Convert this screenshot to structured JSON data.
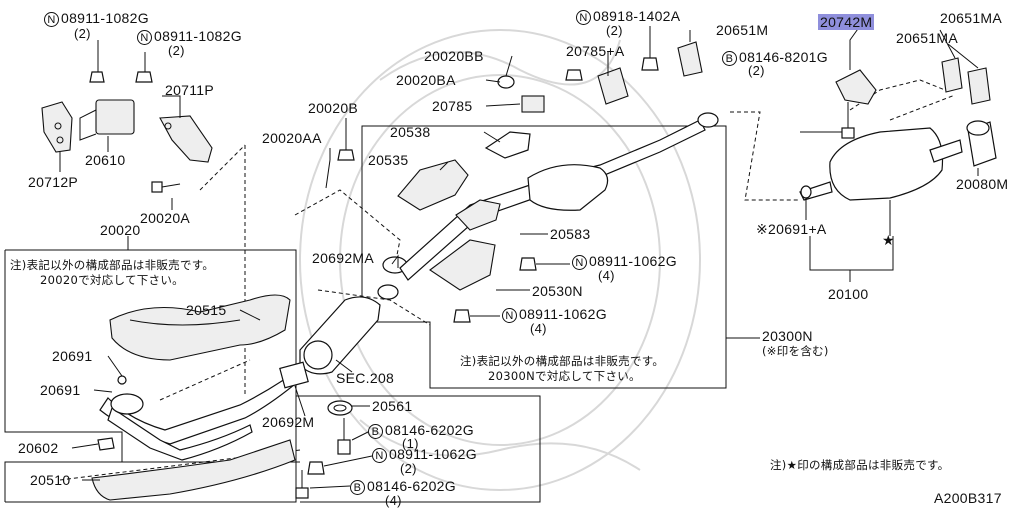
{
  "diagram_id": "A200B317",
  "parts": {
    "p08911_1082G_a": {
      "marker": "N",
      "code": "08911-1082G",
      "qty": "(2)"
    },
    "p08911_1082G_b": {
      "marker": "N",
      "code": "08911-1082G",
      "qty": "(2)"
    },
    "p20711P": "20711P",
    "p20610": "20610",
    "p20712P": "20712P",
    "p20020A": "20020A",
    "p20020B": "20020B",
    "p20020AA": "20020AA",
    "p20020": "20020",
    "p20515": "20515",
    "p20691_a": "20691",
    "p20691_b": "20691",
    "p20602": "20602",
    "p20510": "20510",
    "p20692M": "20692M",
    "p20692MA": "20692MA",
    "pSEC208": "SEC.208",
    "p20561": "20561",
    "p08146_6202G_a": {
      "marker": "B",
      "code": "08146-6202G",
      "qty": "(1)"
    },
    "p08911_1062G_c": {
      "marker": "N",
      "code": "08911-1062G",
      "qty": "(2)"
    },
    "p08146_6202G_b": {
      "marker": "B",
      "code": "08146-6202G",
      "qty": "(4)"
    },
    "p20538": "20538",
    "p20535": "20535",
    "p20583": "20583",
    "p08911_1062G_a": {
      "marker": "N",
      "code": "08911-1062G",
      "qty": "(4)"
    },
    "p20530N": "20530N",
    "p08911_1062G_b": {
      "marker": "N",
      "code": "08911-1062G",
      "qty": "(4)"
    },
    "p20020BB": "20020BB",
    "p20020BA": "20020BA",
    "p20785": "20785",
    "p20785A": "20785+A",
    "p08918_1402A": {
      "marker": "N",
      "code": "08918-1402A",
      "qty": "(2)"
    },
    "p20651M": "20651M",
    "p08146_8201G": {
      "marker": "B",
      "code": "08146-8201G",
      "qty": "(2)"
    },
    "p20742M": "20742M",
    "p20651MA_a": "20651MA",
    "p20651MA_b": "20651MA",
    "p20080M": "20080M",
    "p20691A": "※20691+A",
    "p20100": "20100",
    "p20300N": "20300N",
    "p20300N_sub": "(※印を含む)"
  },
  "notes": {
    "left_line1": "注)表記以外の構成部品は非販売です。",
    "left_line2": "20020で対応して下さい。",
    "center_line1": "注)表記以外の構成部品は非販売です。",
    "center_line2": "20300Nで対応して下さい。",
    "bottom_right": "注)★印の構成部品は非販売です。",
    "star": "★"
  },
  "highlight": {
    "part": "20742M",
    "color": "#8f8fdc"
  }
}
